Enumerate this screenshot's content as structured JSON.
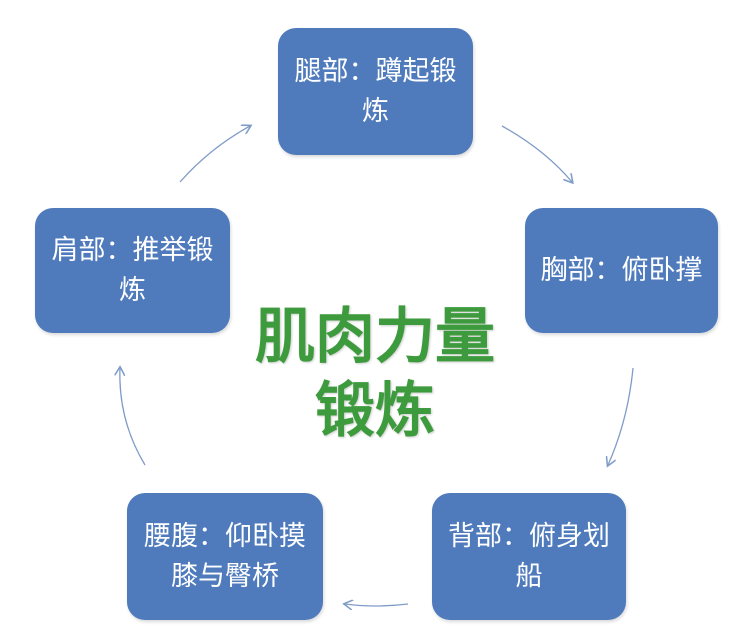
{
  "title": "肌肉力量锻炼",
  "title_lines": [
    "肌肉力量",
    "锻炼"
  ],
  "steps": [
    {
      "label": "腿部：蹲起锻炼"
    },
    {
      "label": "胸部：俯卧撑"
    },
    {
      "label": "背部：俯身划船"
    },
    {
      "label": "腰腹：仰卧摸膝与臀桥"
    },
    {
      "label": "肩部：推举锻炼"
    }
  ],
  "colors": {
    "box": "#4f7bbd",
    "title": "#3d9b3d",
    "arrow": "#7f9cc8"
  }
}
